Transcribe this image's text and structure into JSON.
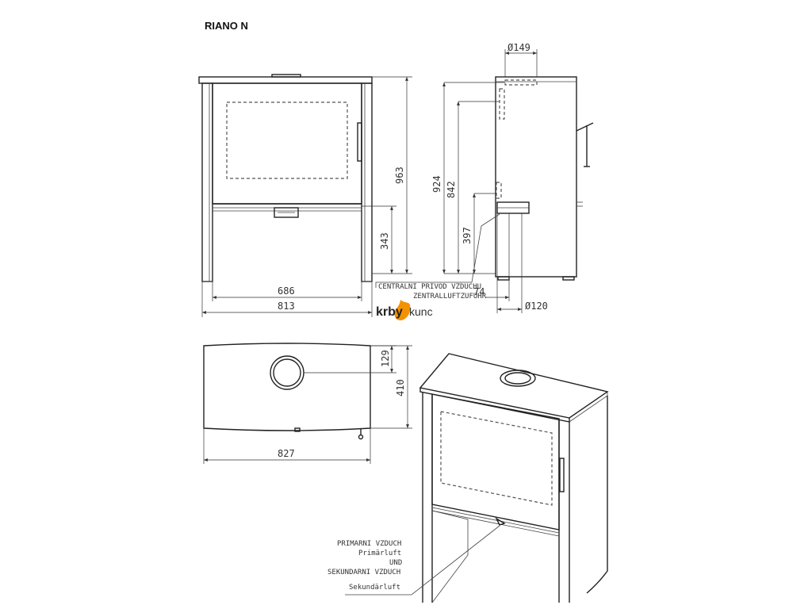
{
  "title": "RIANO N",
  "front_view": {
    "dim_height_total": "963",
    "dim_leg_height": "343",
    "dim_inner_width": "686",
    "dim_outer_width": "813"
  },
  "side_view": {
    "dim_flue_diameter": "Ø149",
    "dim_flue_height": "924",
    "dim_rear_height": "842",
    "dim_air_inlet_height": "397",
    "dim_air_offset": "74",
    "dim_air_diameter": "Ø120",
    "air_note_line1": "CENTRALNI PRIVOD VZDUCHU",
    "air_note_line2": "ZENTRALLUFTZUFUHR"
  },
  "logo": {
    "part1": "krby",
    "part2": "kunc"
  },
  "top_view": {
    "dim_flue_offset": "129",
    "dim_depth": "410",
    "dim_width": "827"
  },
  "iso_view": {
    "note_line1": "PRIMARNI VZDUCH",
    "note_line2": "Primärluft",
    "note_line3": "UND",
    "note_line4": "SEKUNDARNI VZDUCH",
    "note_line5": "Sekundärluft"
  },
  "colors": {
    "line": "#222222",
    "logo_flame": "#f39200",
    "background": "#ffffff"
  }
}
